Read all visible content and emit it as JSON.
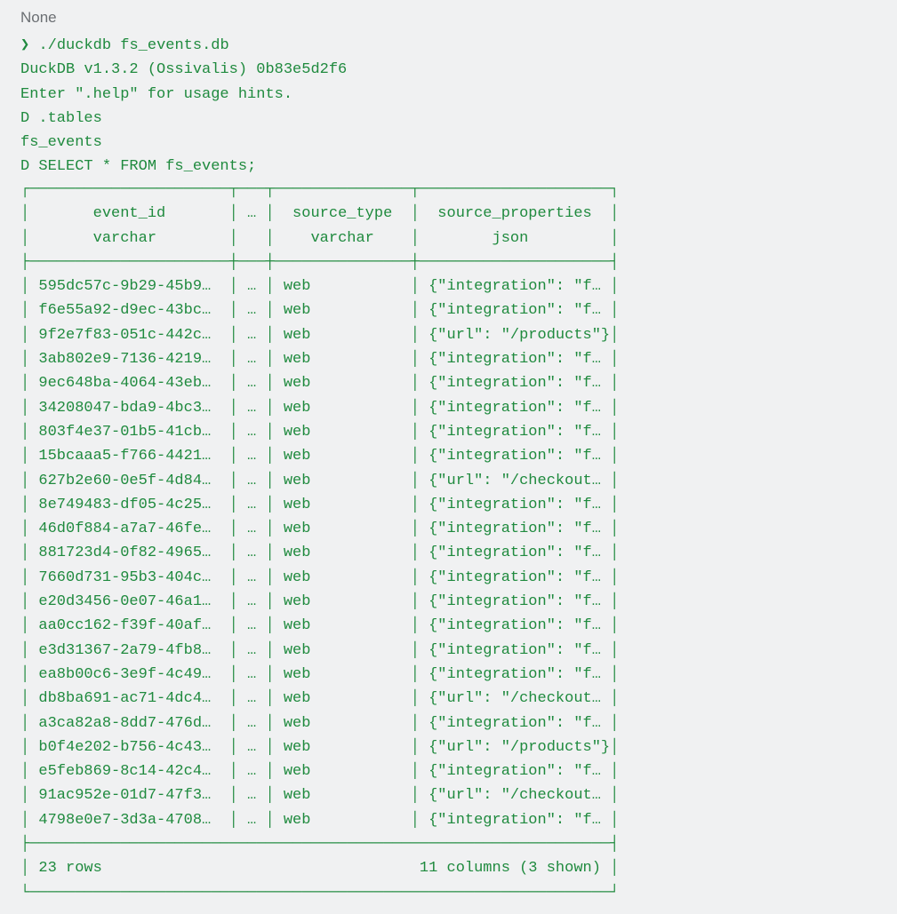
{
  "header_label": "None",
  "terminal": {
    "prompt_glyph": "❯",
    "command": "./duckdb fs_events.db",
    "version_line": "DuckDB v1.3.2 (Ossivalis) 0b83e5d2f6",
    "help_line": "Enter \".help\" for usage hints.",
    "cmd_tables": "D .tables",
    "tables_output": "fs_events",
    "cmd_select": "D SELECT * FROM fs_events;"
  },
  "result_table": {
    "columns": [
      {
        "name": "event_id",
        "type": "varchar"
      },
      {
        "name": "…",
        "type": ""
      },
      {
        "name": "source_type",
        "type": "varchar"
      },
      {
        "name": "source_properties",
        "type": "json"
      }
    ],
    "rows": [
      [
        "595dc57c-9b29-45b9…",
        "…",
        "web",
        "{\"integration\": \"f…"
      ],
      [
        "f6e55a92-d9ec-43bc…",
        "…",
        "web",
        "{\"integration\": \"f…"
      ],
      [
        "9f2e7f83-051c-442c…",
        "…",
        "web",
        "{\"url\": \"/products\"}"
      ],
      [
        "3ab802e9-7136-4219…",
        "…",
        "web",
        "{\"integration\": \"f…"
      ],
      [
        "9ec648ba-4064-43eb…",
        "…",
        "web",
        "{\"integration\": \"f…"
      ],
      [
        "34208047-bda9-4bc3…",
        "…",
        "web",
        "{\"integration\": \"f…"
      ],
      [
        "803f4e37-01b5-41cb…",
        "…",
        "web",
        "{\"integration\": \"f…"
      ],
      [
        "15bcaaa5-f766-4421…",
        "…",
        "web",
        "{\"integration\": \"f…"
      ],
      [
        "627b2e60-0e5f-4d84…",
        "…",
        "web",
        "{\"url\": \"/checkout…"
      ],
      [
        "8e749483-df05-4c25…",
        "…",
        "web",
        "{\"integration\": \"f…"
      ],
      [
        "46d0f884-a7a7-46fe…",
        "…",
        "web",
        "{\"integration\": \"f…"
      ],
      [
        "881723d4-0f82-4965…",
        "…",
        "web",
        "{\"integration\": \"f…"
      ],
      [
        "7660d731-95b3-404c…",
        "…",
        "web",
        "{\"integration\": \"f…"
      ],
      [
        "e20d3456-0e07-46a1…",
        "…",
        "web",
        "{\"integration\": \"f…"
      ],
      [
        "aa0cc162-f39f-40af…",
        "…",
        "web",
        "{\"integration\": \"f…"
      ],
      [
        "e3d31367-2a79-4fb8…",
        "…",
        "web",
        "{\"integration\": \"f…"
      ],
      [
        "ea8b00c6-3e9f-4c49…",
        "…",
        "web",
        "{\"integration\": \"f…"
      ],
      [
        "db8ba691-ac71-4dc4…",
        "…",
        "web",
        "{\"url\": \"/checkout…"
      ],
      [
        "a3ca82a8-8dd7-476d…",
        "…",
        "web",
        "{\"integration\": \"f…"
      ],
      [
        "b0f4e202-b756-4c43…",
        "…",
        "web",
        "{\"url\": \"/products\"}"
      ],
      [
        "e5feb869-8c14-42c4…",
        "…",
        "web",
        "{\"integration\": \"f…"
      ],
      [
        "91ac952e-01d7-47f3…",
        "…",
        "web",
        "{\"url\": \"/checkout…"
      ],
      [
        "4798e0e7-3d3a-4708…",
        "…",
        "web",
        "{\"integration\": \"f…"
      ]
    ],
    "footer_rows": "23 rows",
    "footer_columns": "11 columns (3 shown)"
  },
  "colors": {
    "background": "#f0f1f2",
    "terminal_text": "#1f8a3e",
    "header_label": "#6b6f73"
  }
}
